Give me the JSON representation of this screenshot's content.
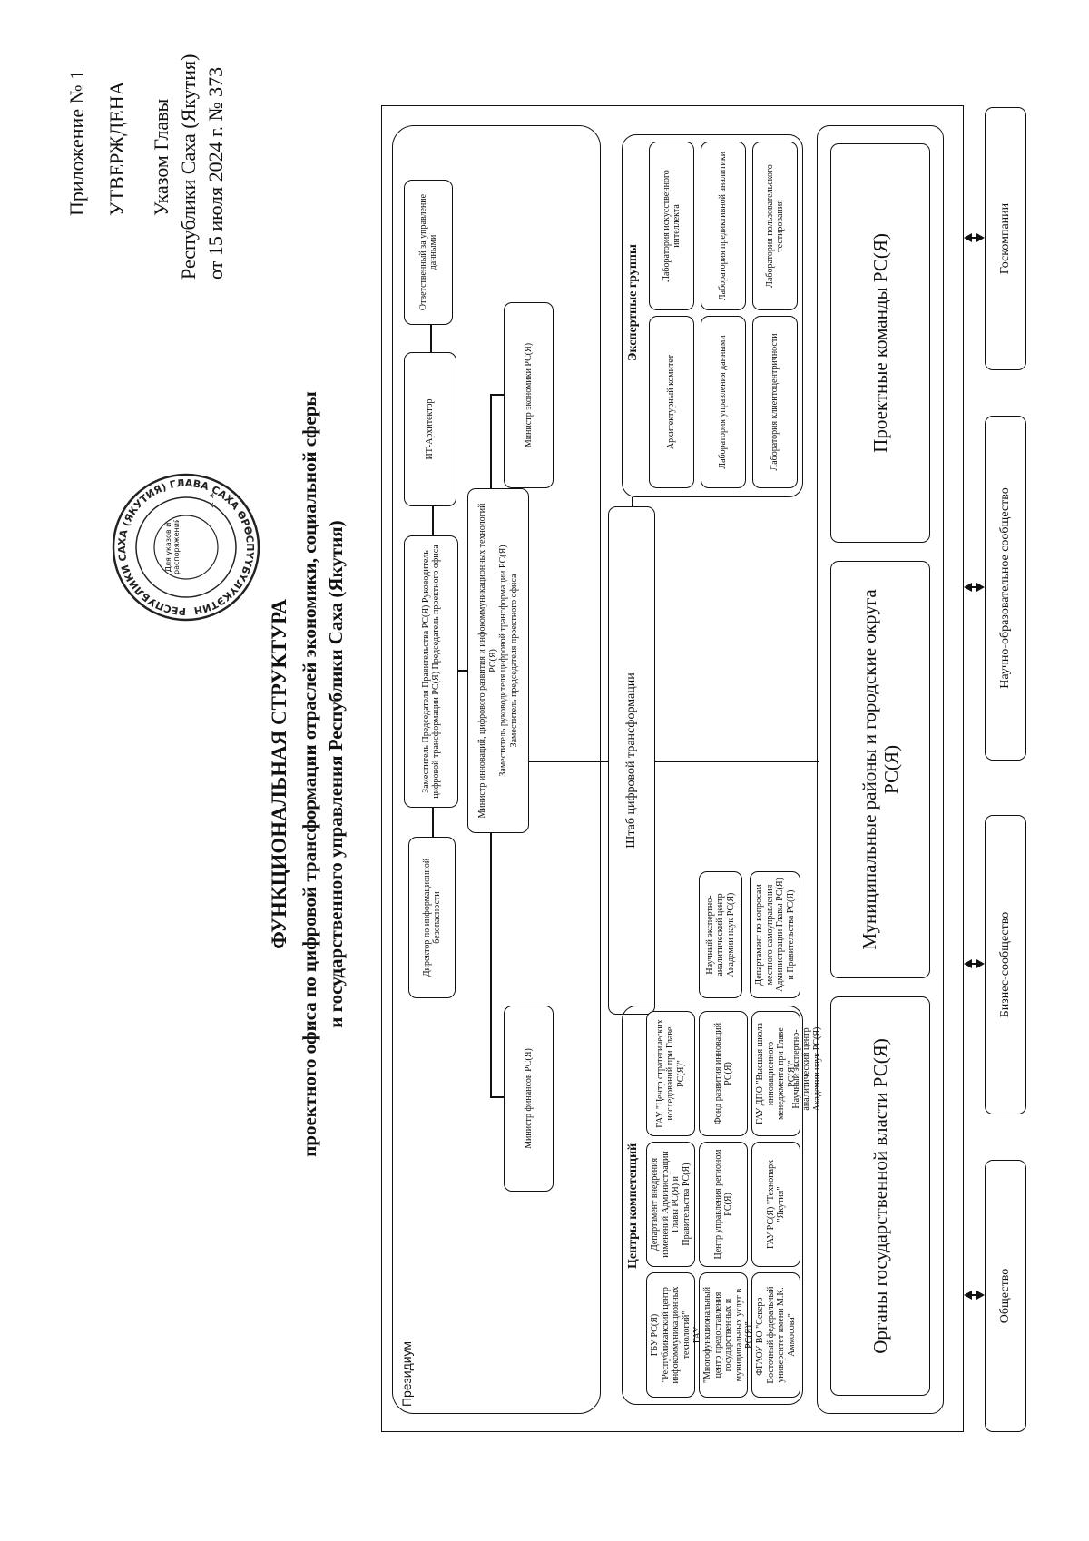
{
  "header": {
    "appendix": "Приложение № 1",
    "approved": "УТВЕРЖДЕНА",
    "decree_line1": "Указом Главы",
    "decree_line2": "Республики Саха (Якутия)",
    "decree_line3": "от 15 июля 2024 г. № 373"
  },
  "stamp": {
    "ring_text": "РЕСПУБЛИКИ САХА (ЯКУТИЯ) ГЛАВА САХА ӨРӨСПҮҮБҮЛҮКЭТИН ИЛ ДАРХАНА",
    "center_text": "Для указов и распоряжений"
  },
  "title": {
    "line1": "ФУНКЦИОНАЛЬНАЯ СТРУКТУРА",
    "line2": "проектного офиса по цифровой трансформации отраслей экономики, социальной сферы",
    "line3": "и государственного управления Республики Саха (Якутия)"
  },
  "presidium": {
    "label": "Президиум"
  },
  "top": {
    "infosec": "Директор по информационной безопасности",
    "deputy_chair": "Заместитель Председателя Правительства РС(Я) Руководитель цифровой трансформации РС(Я) Председатель проектного офиса",
    "it_arch": "ИТ-Архитектор",
    "data_officer": "Ответственный за управление данными",
    "minister_innov_l1": "Министр инноваций, цифрового развития и инфокоммуникационных технологий РС(Я)",
    "minister_innov_l2": "Заместитель руководителя цифровой трансформации РС(Я)",
    "minister_innov_l3": "Заместитель председателя проектного офиса",
    "minister_fin": "Министр финансов РС(Я)",
    "minister_econ": "Министр экономики РС(Я)"
  },
  "hq": {
    "label": "Штаб цифровой трансформации"
  },
  "competence": {
    "title": "Центры компетенций",
    "items": [
      "ГБУ РС(Я) \"Республиканский центр инфокоммуникационных технологий\"",
      "Департамент внедрения изменений Администрации Главы РС(Я) и Правительства РС(Я)",
      "ГАУ \"Центр стратегических исследований при Главе РС(Я)\"",
      "ГАУ \"Многофункциональный центр предоставления государственных и муниципальных услуг в РС(Я)\"",
      "Центр управления регионом РС(Я)",
      "Фонд развития инноваций РС(Я)",
      "ФГАОУ ВО \"Северо-Восточный федеральный университет имени М.К. Аммосова\"",
      "ГАУ РС(Я) \"Технопарк \"Якутия\"",
      "ГАУ ДПО \"Высшая школа инновационного менеджмента при Главе РС(Я)\"",
      "Научный экспертно-аналитический центр Академии наук РС(Я)",
      "Департамент по вопросам местного самоуправления Администрации Главы РС(Я) и Правительства РС(Я)"
    ]
  },
  "expert": {
    "title": "Экспертные группы",
    "items": [
      "Архитектурный комитет",
      "Лаборатория искусственного интеллекта",
      "Лаборатория управления данными",
      "Лаборатория предиктивной аналитики",
      "Лаборатория клиентоцентричности",
      "Лаборатория пользовательского тестирования"
    ]
  },
  "bottom": {
    "organs": "Органы государственной власти РС(Я)",
    "municipal": "Муниципальные районы и городские округа РС(Я)",
    "project_teams": "Проектные команды РС(Я)"
  },
  "external": [
    "Общество",
    "Бизнес-сообщество",
    "Научно-образовательное сообщество",
    "Госкомпании"
  ]
}
